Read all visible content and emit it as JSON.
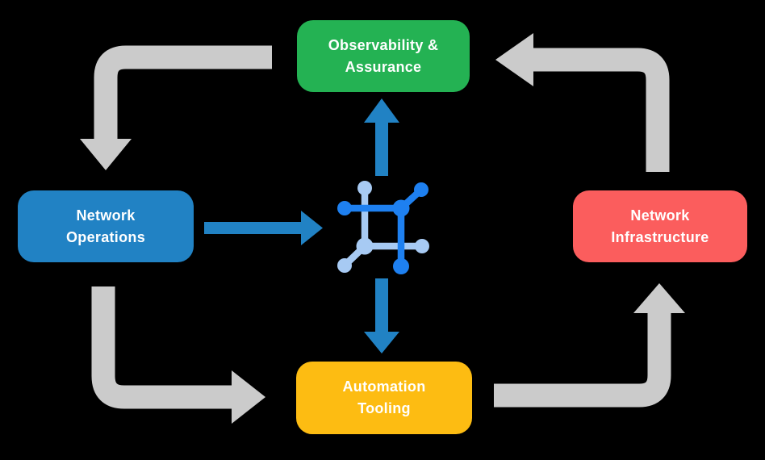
{
  "diagram": {
    "background_color": "#000000",
    "nodes": {
      "observability": {
        "label": "Observability &\nAssurance",
        "color": "#24B253"
      },
      "operations": {
        "label": "Network\nOperations",
        "color": "#2182C4"
      },
      "infrastructure": {
        "label": "Network\nInfrastructure",
        "color": "#FB5D5D"
      },
      "automation": {
        "label": "Automation\nTooling",
        "color": "#FDBC12"
      }
    },
    "center_icon": {
      "name": "network-automation-icon",
      "dark_color": "#1E80F0",
      "light_color": "#A7CAF3"
    },
    "arrows": {
      "gray_color": "#CBCBCB",
      "blue_color": "#2182C4",
      "edges": [
        {
          "from": "observability",
          "to": "operations",
          "style": "gray"
        },
        {
          "from": "operations",
          "to": "automation",
          "style": "gray"
        },
        {
          "from": "automation",
          "to": "infrastructure",
          "style": "gray"
        },
        {
          "from": "infrastructure",
          "to": "observability",
          "style": "gray"
        },
        {
          "from": "operations",
          "to": "center_icon",
          "style": "blue"
        },
        {
          "from": "center_icon",
          "to": "observability",
          "style": "blue"
        },
        {
          "from": "center_icon",
          "to": "automation",
          "style": "blue"
        }
      ]
    }
  }
}
